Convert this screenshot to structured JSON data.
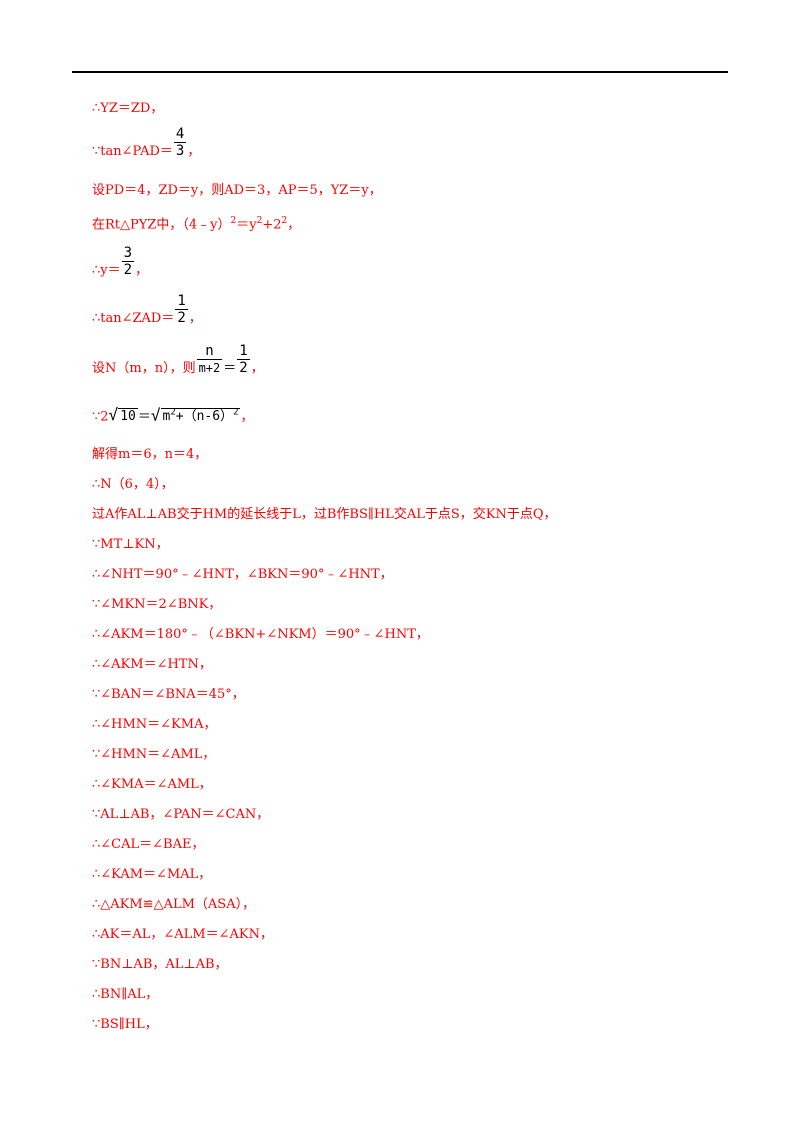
{
  "lines": [
    "∴YZ＝ZD，",
    "∵tan∠PAD＝",
    "，",
    "设PD＝4，ZD＝y，则AD＝3，AP＝5，YZ＝y，",
    "在Rt△PYZ中，（4﹣y）",
    "2",
    "＝y",
    "2",
    "+2",
    "2",
    "，",
    "∴y＝",
    "，",
    "∴tan∠ZAD＝",
    "，",
    "设N（m，n），则",
    "＝",
    "，",
    "∵2",
    "＝",
    "，",
    "解得m＝6，n＝4，",
    "∴N（6，4），",
    "过A作AL⊥AB交于HM的延长线于L，过B作BS∥HL交AL于点S，交KN于点Q，",
    "∵MT⊥KN，",
    "∴∠NHT＝90°﹣∠HNT，∠BKN＝90°﹣∠HNT，",
    "∵∠MKN＝2∠BNK，",
    "∴∠AKM＝180°﹣（∠BKN+∠NKM）＝90°﹣∠HNT，",
    "∴∠AKM＝∠HTN，",
    "∵∠BAN＝∠BNA＝45°，",
    "∴∠HMN＝∠KMA，",
    "∵∠HMN＝∠AML，",
    "∴∠KMA＝∠AML，",
    "∵AL⊥AB，∠PAN＝∠CAN，",
    "∴∠CAL＝∠BAE，",
    "∴∠KAM＝∠MAL，",
    "∴△AKM≌△ALM（ASA），",
    "∴AK＝AL，∠ALM＝∠AKN，",
    "∵BN⊥AB，AL⊥AB，",
    "∴BN∥AL，",
    "∵BS∥HL，"
  ],
  "math": {
    "f1_num": "4",
    "f1_den": "3",
    "f2_num": "3",
    "f2_den": "2",
    "f3_num": "1",
    "f3_den": "2",
    "f4_num": "n",
    "f4_den": "m+2",
    "f5_num": "1",
    "f5_den": "2",
    "sqrt1": "10",
    "sqrt2_a": "m",
    "sqrt2_a_exp": "2",
    "sqrt2_b": "+（n-6）",
    "sqrt2_b_exp": "2"
  }
}
